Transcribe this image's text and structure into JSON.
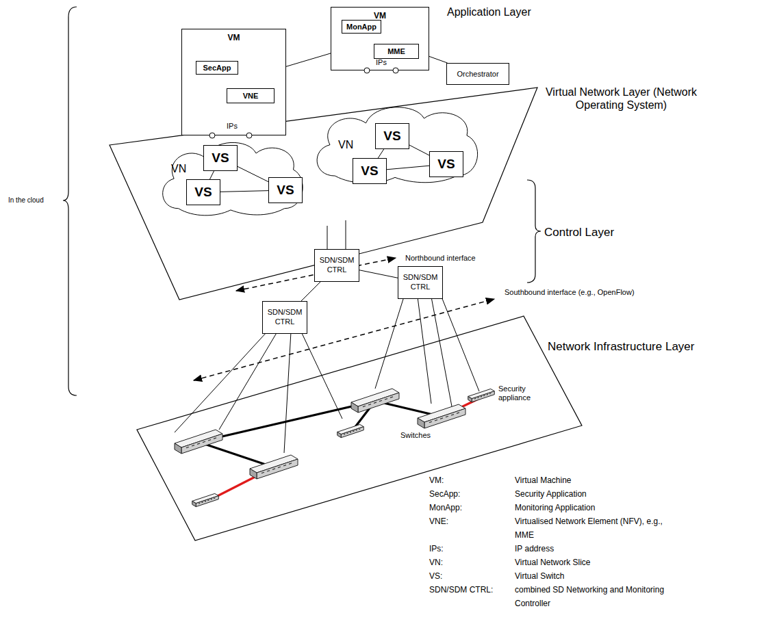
{
  "diagram": {
    "nodes": [
      {
        "text": [
          "VM"
        ]
      },
      {
        "text": [
          "SecApp"
        ],
        "in": 0
      },
      {
        "text": [
          "VNE"
        ],
        "in": 0
      },
      {
        "text": [
          "VM"
        ]
      },
      {
        "text": [
          "MonApp"
        ],
        "in": 3
      },
      {
        "text": [
          "MME"
        ],
        "in": 3
      },
      {
        "text": [
          "Orchestrator"
        ]
      },
      {
        "text": [
          "VN"
        ]
      },
      {
        "text": [
          "VS"
        ],
        "in": 7
      },
      {
        "text": [
          "VS"
        ],
        "in": 7
      },
      {
        "text": [
          "VS"
        ],
        "in": 7
      },
      {
        "text": [
          "VN"
        ]
      },
      {
        "text": [
          "VS"
        ],
        "in": 11
      },
      {
        "text": [
          "VS"
        ],
        "in": 11
      },
      {
        "text": [
          "VS"
        ],
        "in": 11
      },
      {
        "text": [
          "SDN/SDM CTRL"
        ]
      },
      {
        "text": [
          "SDN/SDM CTRL"
        ]
      },
      {
        "text": [
          "SDN/SDM CTRL"
        ]
      }
    ],
    "edges": [
      {
        "from": 0,
        "to": 3,
        "arrow": "none"
      },
      {
        "from": 3,
        "to": 6,
        "arrow": "none"
      },
      {
        "from": 8,
        "to": 9,
        "arrow": "none"
      },
      {
        "from": 8,
        "to": 10,
        "arrow": "none"
      },
      {
        "from": 9,
        "to": 10,
        "arrow": "none"
      },
      {
        "from": 12,
        "to": 13,
        "arrow": "none"
      },
      {
        "from": 12,
        "to": 14,
        "arrow": "none"
      },
      {
        "from": 13,
        "to": 14,
        "arrow": "none"
      },
      {
        "from": 15,
        "to": 17,
        "arrow": "none"
      },
      {
        "from": 15,
        "to": 16,
        "arrow": "none"
      }
    ],
    "labels": [
      "Application Layer",
      "Virtual Network Layer (Network Operating System)",
      "IPs",
      "IPs",
      "In the cloud",
      "Northbound interface",
      "Control Layer",
      "Southbound interface (e.g., OpenFlow)",
      "Network Infrastructure Layer",
      "Switches",
      "Security appliance",
      "VM:",
      "Virtual Machine",
      "SecApp:",
      "Security Application",
      "MonApp:",
      "Monitoring Application",
      "VNE:",
      "Virtualised Network Element (NFV), e.g., MME",
      "IPs:",
      "IP address",
      "VN:",
      "Virtual Network Slice",
      "VS:",
      "Virtual Switch",
      "SDN/SDM CTRL:",
      "combined SD Networking and Monitoring Controller"
    ]
  }
}
